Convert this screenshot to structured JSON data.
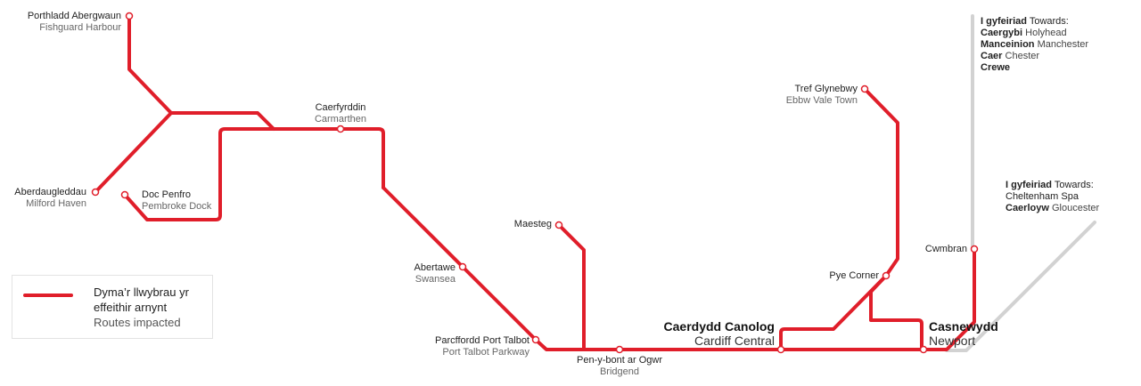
{
  "colors": {
    "route": "#e01e2a",
    "other_line": "#d2d2d2",
    "station_fill": "#ffffff"
  },
  "stations": {
    "fishguard": {
      "cy": "Porthladd Abergwaun",
      "en": "Fishguard Harbour"
    },
    "carmarthen": {
      "cy": "Caerfyrddin",
      "en": "Carmarthen"
    },
    "milford": {
      "cy": "Aberdaugleddau",
      "en": "Milford Haven"
    },
    "pembroke": {
      "cy": "Doc Penfro",
      "en": "Pembroke Dock"
    },
    "swansea": {
      "cy": "Abertawe",
      "en": "Swansea"
    },
    "maesteg": {
      "cy": "Maesteg",
      "en": ""
    },
    "port_talbot": {
      "cy": "Parcffordd Port Talbot",
      "en": "Port Talbot  Parkway"
    },
    "bridgend": {
      "cy": "Pen-y-bont ar Ogwr",
      "en": "Bridgend"
    },
    "cardiff": {
      "cy": "Caerdydd Canolog",
      "en": "Cardiff Central"
    },
    "ebbw_vale": {
      "cy": "Tref Glynebwy",
      "en": "Ebbw Vale Town"
    },
    "pye_corner": {
      "cy": "Pye Corner",
      "en": ""
    },
    "newport": {
      "cy": "Casnewydd",
      "en": "Newport"
    },
    "cwmbran": {
      "cy": "Cwmbran",
      "en": ""
    }
  },
  "towards_north": {
    "heading_cy": "I gyfeiriad",
    "heading_en": "Towards:",
    "destinations": [
      {
        "cy": "Caergybi",
        "en": "Holyhead"
      },
      {
        "cy": "Manceinion",
        "en": "Manchester"
      },
      {
        "cy": "Caer",
        "en": "Chester"
      },
      {
        "cy": "Crewe",
        "en": ""
      }
    ]
  },
  "towards_east": {
    "heading_cy": "I gyfeiriad",
    "heading_en": "Towards:",
    "destinations": [
      {
        "cy": "Cheltenham Spa",
        "en": ""
      },
      {
        "cy": "Caerloyw",
        "en": "Gloucester"
      }
    ]
  },
  "legend": {
    "line1": "Dyma’r llwybrau yr",
    "line2": "effeithir arnynt",
    "line3": "Routes impacted"
  }
}
